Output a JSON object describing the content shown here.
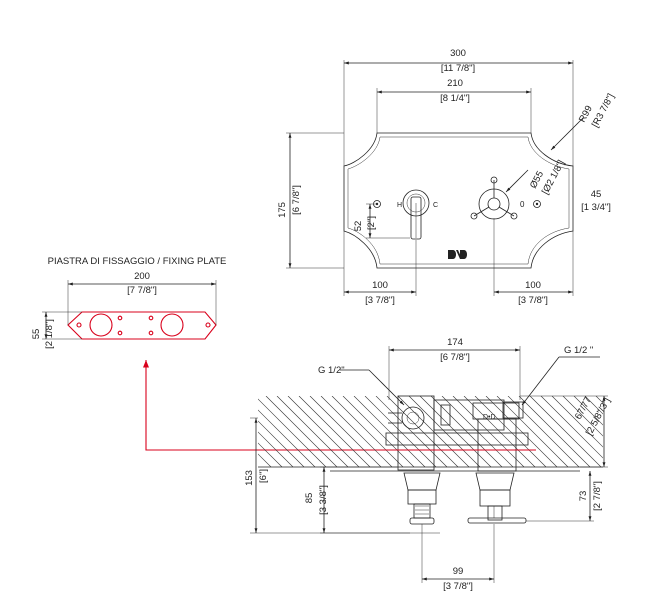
{
  "top_view": {
    "dims": {
      "overall_width": "300",
      "overall_width_in": "[11 7/8\"]",
      "inner_width": "210",
      "inner_width_in": "[8 1/4\"]",
      "radius": "R99",
      "radius_in": "[R3 7/8\"]",
      "diameter": "Ø55",
      "diameter_in": "[Ø2 1/8\"]",
      "offset": "45",
      "offset_in": "[1 3/4\"]",
      "height": "175",
      "height_in": "[6 7/8\"]",
      "handle_height": "52",
      "handle_height_in": "[2\"]",
      "left_spacing": "100",
      "left_spacing_in": "[3 7/8\"]",
      "right_spacing": "100",
      "right_spacing_in": "[3 7/8\"]"
    },
    "marks": {
      "hot": "H",
      "cold": "C",
      "off": "0"
    }
  },
  "fixing_plate": {
    "title": "PIASTRA DI FISSAGGIO / FIXING PLATE",
    "width": "200",
    "width_in": "[7 7/8\"]",
    "height": "55",
    "height_in": "[2 1/8\"]"
  },
  "side_view": {
    "thread_left": "G 1/2\"",
    "thread_right": "G 1/2 \"",
    "center_dist": "174",
    "center_dist_in": "[6 7/8\"]",
    "depth_range": "67/77",
    "depth_range_in": "[2 5/8\"/3\"]",
    "overall_depth": "153",
    "overall_depth_in": "[6\"]",
    "left_depth": "85",
    "left_depth_in": "[3 3/8\"]",
    "right_depth": "73",
    "right_depth_in": "[2 7/8\"]",
    "bottom_spacing": "99",
    "bottom_spacing_in": "[3 7/8\"]"
  }
}
